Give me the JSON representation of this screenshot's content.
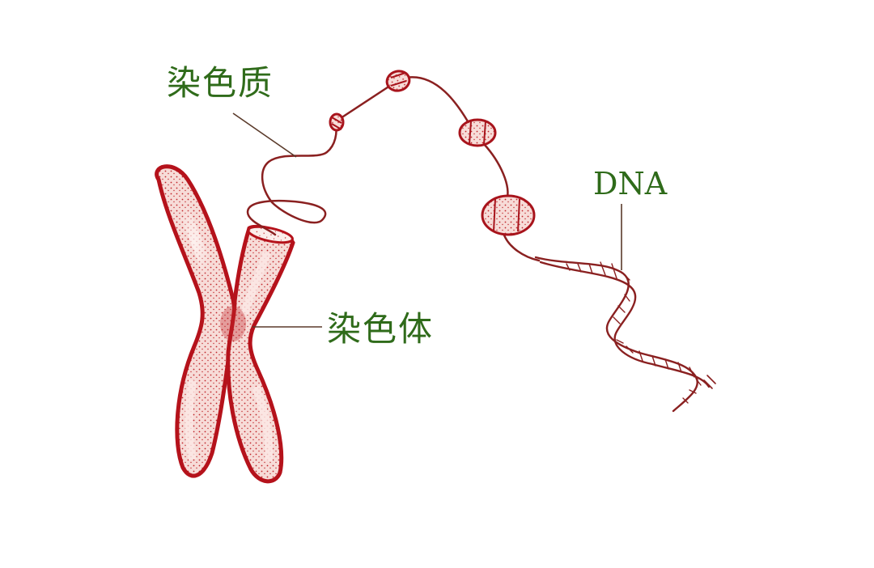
{
  "labels": {
    "chromatin": "染色质",
    "chromosome": "染色体",
    "dna": "DNA"
  },
  "colors": {
    "structure": "#b5121b",
    "structure_fill": "#f6d6d2",
    "dna_line": "#8a2020",
    "label_text": "#2f6b1a",
    "leader_line": "#5a3a2a"
  }
}
